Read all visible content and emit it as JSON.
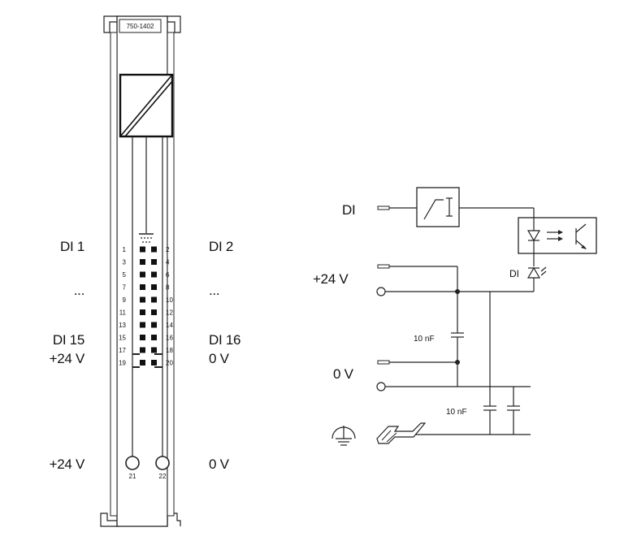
{
  "module": {
    "part_number": "750-1402",
    "terminals": [
      "1",
      "2",
      "3",
      "4",
      "5",
      "6",
      "7",
      "8",
      "9",
      "10",
      "11",
      "12",
      "13",
      "14",
      "15",
      "16",
      "17",
      "18",
      "19",
      "20"
    ],
    "bottom_terminals": [
      "21",
      "22"
    ]
  },
  "left_labels": {
    "di1": "DI 1",
    "dots": "...",
    "di15": "DI 15",
    "plus24_row": "+24 V",
    "plus24_bottom": "+24 V"
  },
  "right_labels": {
    "di2": "DI 2",
    "dots": "...",
    "di16": "DI 16",
    "zero_row": "0 V",
    "zero_bottom": "0 V"
  },
  "schematic": {
    "di": "DI",
    "plus24": "+24 V",
    "zero": "0 V",
    "cap1": "10 nF",
    "cap2": "10 nF",
    "di_led": "DI"
  }
}
